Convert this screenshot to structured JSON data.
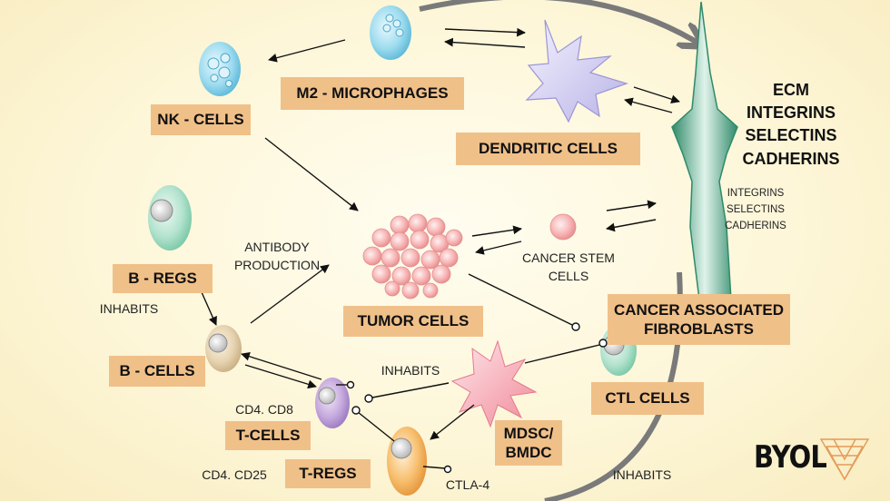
{
  "cells": {
    "nk": "NK - CELLS",
    "m2": "M2 - MICROPHAGES",
    "dendritic": "DENDRITIC CELLS",
    "tumor": "TUMOR CELLS",
    "b_regs": "B - REGS",
    "b_cells": "B - CELLS",
    "t_cells": "T-CELLS",
    "t_regs": "T-REGS",
    "mdsc": [
      "MDSC/",
      "BMDC"
    ],
    "ctl": "CTL CELLS",
    "caf": [
      "CANCER ASSOCIATED",
      "FIBROBLASTS"
    ]
  },
  "labels": {
    "antibody_production": [
      "ANTIBODY",
      "PRODUCTION"
    ],
    "cancer_stem": [
      "CANCER STEM",
      "CELLS"
    ],
    "inhabits_left": "INHABITS",
    "inhabits_middle": "INHABITS",
    "inhabits_bottom": "INHABITS",
    "cd4_cd8": "CD4. CD8",
    "cd4_cd25": "CD4. CD25",
    "ctla4": "CTLA-4"
  },
  "ecm": {
    "main": [
      "ECM",
      "INTEGRINS",
      "SELECTINS",
      "CADHERINS"
    ],
    "small": [
      "INTEGRINS",
      "SELECTINS",
      "CADHERINS"
    ]
  },
  "logo": {
    "text": "BYOL"
  },
  "colors": {
    "box_fill": "#f0c089",
    "background": "#fdf6d8",
    "arrow": "#111111",
    "big_arc": "#7a7a7a"
  },
  "icons": [
    "nk-cell-icon",
    "m2-macrophage-icon",
    "dendritic-cell-icon",
    "tumor-cells-icon",
    "cancer-stem-cell-icon",
    "b-reg-cell-icon",
    "b-cell-icon",
    "t-cell-icon",
    "t-reg-cell-icon",
    "mdsc-cell-icon",
    "ctl-cell-icon",
    "fibroblast-icon",
    "logo-triangle-icon"
  ]
}
